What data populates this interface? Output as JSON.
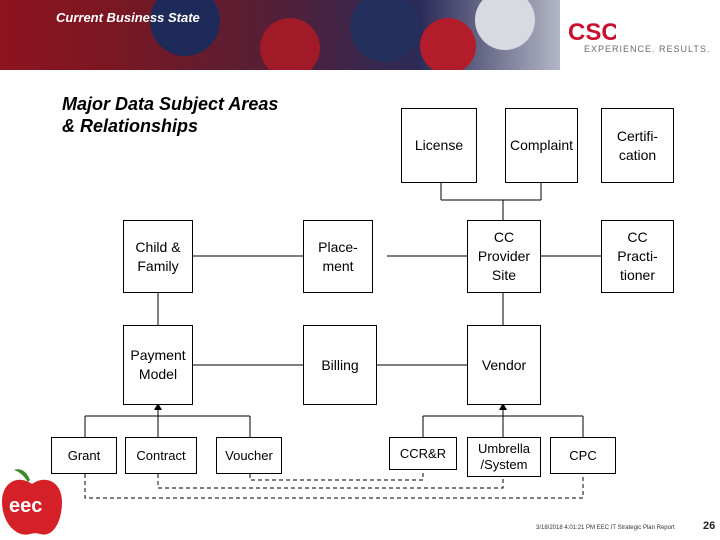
{
  "header": {
    "title": "Current Business State",
    "logo_text": "CSC",
    "tagline": "EXPERIENCE. RESULTS."
  },
  "page_title": "Major Data Subject Areas\n& Relationships",
  "entities": {
    "license": "License",
    "complaint": "Complaint",
    "certification": "Certifi-\ncation",
    "child_family": "Child &\nFamily",
    "placement": "Place-\nment",
    "cc_provider_site": "CC\nProvider\nSite",
    "cc_practitioner": "CC\nPracti-\ntioner",
    "payment_model": "Payment\nModel",
    "billing": "Billing",
    "vendor": "Vendor",
    "grant": "Grant",
    "contract": "Contract",
    "voucher": "Voucher",
    "ccr_r": "CCR&R",
    "umbrella_system": "Umbrella\n/System",
    "cpc": "CPC"
  },
  "footer": {
    "logo_text": "eec",
    "info": "3/18/2018 4:01:21 PM EEC IT Strategic Plan Report",
    "page_number": "26"
  },
  "colors": {
    "banner_red": "#8e1420",
    "csc_red": "#c8102e",
    "eec_red": "#d62027",
    "line": "#000000"
  }
}
